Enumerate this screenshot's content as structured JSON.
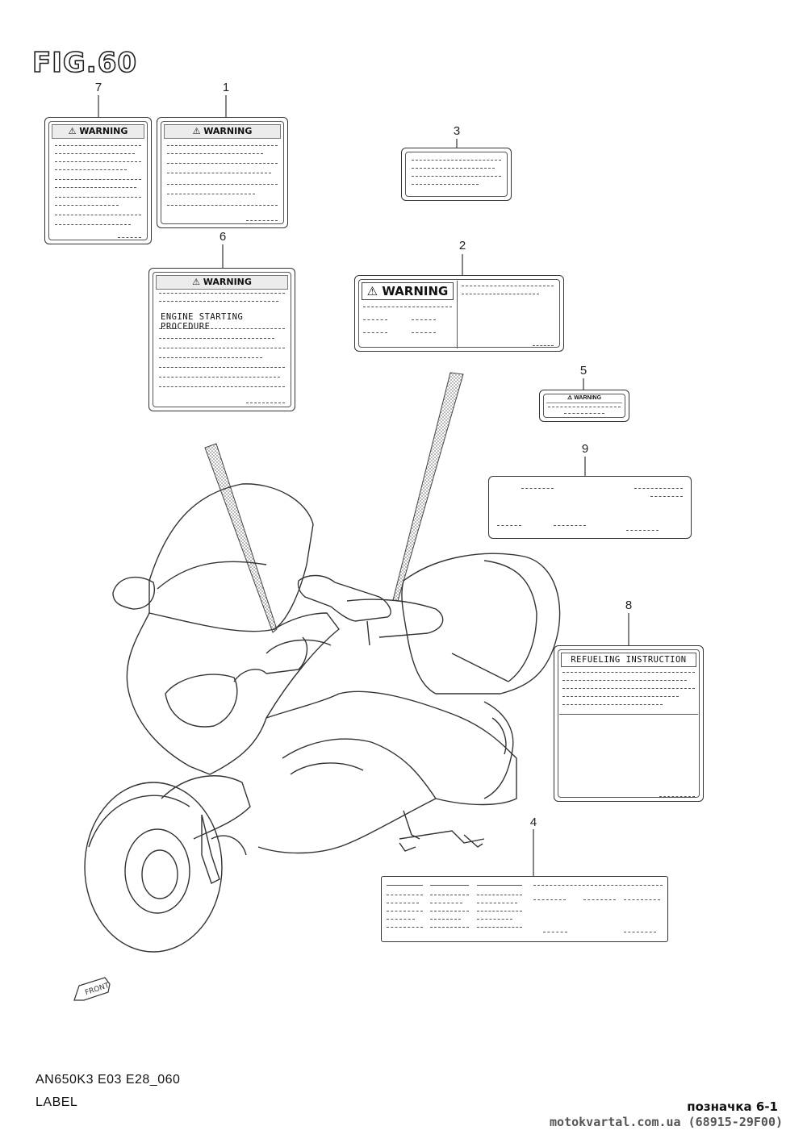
{
  "figure": {
    "title": "FIG.60",
    "code": "AN650K3 E03 E28_060",
    "name": "LABEL"
  },
  "callouts": [
    "1",
    "2",
    "3",
    "4",
    "5",
    "6",
    "7",
    "8",
    "9"
  ],
  "labels": {
    "warning_word": "WARNING",
    "engine_start": "ENGINE STARTING PROCEDURE",
    "refuel": "REFUELING INSTRUCTION"
  },
  "footer": {
    "note": "позначка 6-1",
    "site": "motokvartal.com.ua (68915-29F00)"
  },
  "colors": {
    "line": "#333333",
    "background": "#ffffff"
  }
}
